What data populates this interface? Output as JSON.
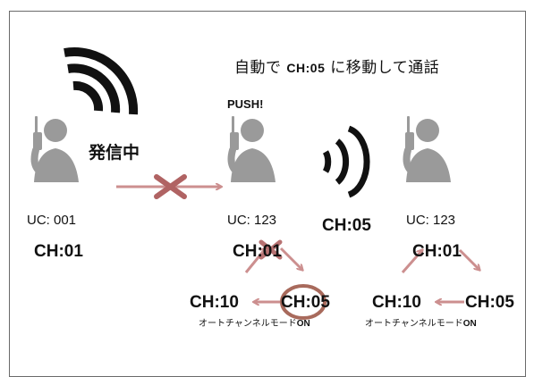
{
  "caption": {
    "prefix": "自動で ",
    "channel": "CH:05",
    "suffix": " に移動して通話"
  },
  "push_label": "PUSH!",
  "sending_label": "発信中",
  "center_channel": "CH:05",
  "left": {
    "uc": "UC: 001",
    "ch": "CH:01"
  },
  "middle": {
    "uc": "UC: 123",
    "ch": "CH:01",
    "cycle": {
      "left": "CH:10",
      "right": "CH:05"
    },
    "mode": {
      "text": "オートチャンネルモード",
      "suffix": "ON"
    }
  },
  "right": {
    "uc": "UC: 123",
    "ch": "CH:01",
    "cycle": {
      "left": "CH:10",
      "right": "CH:05"
    },
    "mode": {
      "text": "オートチャンネルモード",
      "suffix": "ON"
    }
  },
  "colors": {
    "person": "#9a9a9a",
    "arrow": "#cc8f8f",
    "cross": "#b06363",
    "wave": "#111111"
  }
}
